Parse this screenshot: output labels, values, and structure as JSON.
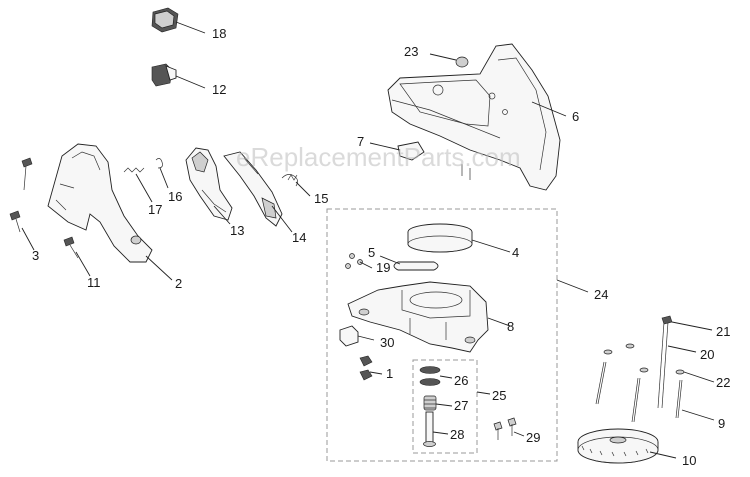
{
  "watermark": "eReplacementParts.com",
  "callouts": [
    {
      "key": "n18",
      "text": "18"
    },
    {
      "key": "n12",
      "text": "12"
    },
    {
      "key": "n23",
      "text": "23"
    },
    {
      "key": "n6",
      "text": "6"
    },
    {
      "key": "n7",
      "text": "7"
    },
    {
      "key": "n16",
      "text": "16"
    },
    {
      "key": "n17",
      "text": "17"
    },
    {
      "key": "n15",
      "text": "15"
    },
    {
      "key": "n13",
      "text": "13"
    },
    {
      "key": "n14",
      "text": "14"
    },
    {
      "key": "n3",
      "text": "3"
    },
    {
      "key": "n11",
      "text": "11"
    },
    {
      "key": "n2",
      "text": "2"
    },
    {
      "key": "n4",
      "text": "4"
    },
    {
      "key": "n5",
      "text": "5"
    },
    {
      "key": "n19",
      "text": "19"
    },
    {
      "key": "n24",
      "text": "24"
    },
    {
      "key": "n8",
      "text": "8"
    },
    {
      "key": "n30",
      "text": "30"
    },
    {
      "key": "n1",
      "text": "1"
    },
    {
      "key": "n26",
      "text": "26"
    },
    {
      "key": "n25",
      "text": "25"
    },
    {
      "key": "n27",
      "text": "27"
    },
    {
      "key": "n28",
      "text": "28"
    },
    {
      "key": "n29",
      "text": "29"
    },
    {
      "key": "n21",
      "text": "21"
    },
    {
      "key": "n20",
      "text": "20"
    },
    {
      "key": "n22",
      "text": "22"
    },
    {
      "key": "n9",
      "text": "9"
    },
    {
      "key": "n10",
      "text": "10"
    }
  ]
}
